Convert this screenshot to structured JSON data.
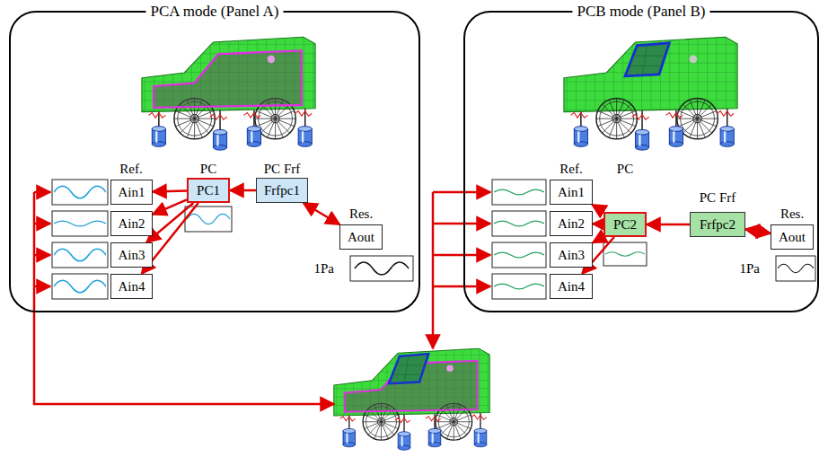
{
  "diagram": {
    "nodes": [
      {
        "text": [
          "PCA mode (Panel A)"
        ]
      },
      {
        "text": [
          "Ain1"
        ],
        "in": 0
      },
      {
        "text": [
          "Ain2"
        ],
        "in": 0
      },
      {
        "text": [
          "Ain3"
        ],
        "in": 0
      },
      {
        "text": [
          "Ain4"
        ],
        "in": 0
      },
      {
        "text": [
          "PC1"
        ],
        "in": 0
      },
      {
        "text": [
          "Frfpc1"
        ],
        "in": 0
      },
      {
        "text": [
          "Aout"
        ],
        "in": 0
      },
      {
        "text": [
          "PCB mode (Panel B)"
        ]
      },
      {
        "text": [
          "Ain1"
        ],
        "in": 8
      },
      {
        "text": [
          "Ain2"
        ],
        "in": 8
      },
      {
        "text": [
          "Ain3"
        ],
        "in": 8
      },
      {
        "text": [
          "Ain4"
        ],
        "in": 8
      },
      {
        "text": [
          "PC2"
        ],
        "in": 8
      },
      {
        "text": [
          "Frfpc2"
        ],
        "in": 8
      },
      {
        "text": [
          "Aout"
        ],
        "in": 8
      }
    ],
    "edges": [
      {
        "from": 6,
        "to": 5,
        "arrow": "to"
      },
      {
        "from": 5,
        "to": 1,
        "arrow": "to"
      },
      {
        "from": 5,
        "to": 2,
        "arrow": "to"
      },
      {
        "from": 5,
        "to": 3,
        "arrow": "to"
      },
      {
        "from": 5,
        "to": 4,
        "arrow": "to"
      },
      {
        "from": 6,
        "to": 7,
        "arrow": "both"
      },
      {
        "from": 14,
        "to": 13,
        "arrow": "to"
      },
      {
        "from": 13,
        "to": 9,
        "arrow": "to"
      },
      {
        "from": 13,
        "to": 10,
        "arrow": "to"
      },
      {
        "from": 13,
        "to": 11,
        "arrow": "to"
      },
      {
        "from": 13,
        "to": 12,
        "arrow": "to"
      },
      {
        "from": 14,
        "to": 15,
        "arrow": "both"
      }
    ],
    "labels": [
      "Ref.",
      "PC",
      "PC Frf",
      "Res.",
      "1Pa",
      "Ref.",
      "PC",
      "PC Frf",
      "Res.",
      "1Pa"
    ]
  }
}
